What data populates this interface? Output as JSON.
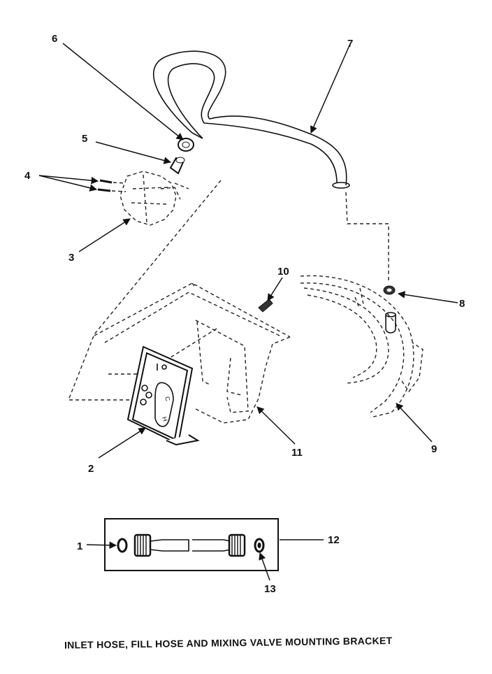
{
  "callouts": {
    "c1": "1",
    "c2": "2",
    "c3": "3",
    "c4": "4",
    "c5": "5",
    "c6": "6",
    "c7": "7",
    "c8": "8",
    "c9": "9",
    "c10": "10",
    "c11": "11",
    "c12": "12",
    "c13": "13"
  },
  "caption": "INLET HOSE, FILL HOSE AND MIXING VALVE MOUNTING BRACKET"
}
